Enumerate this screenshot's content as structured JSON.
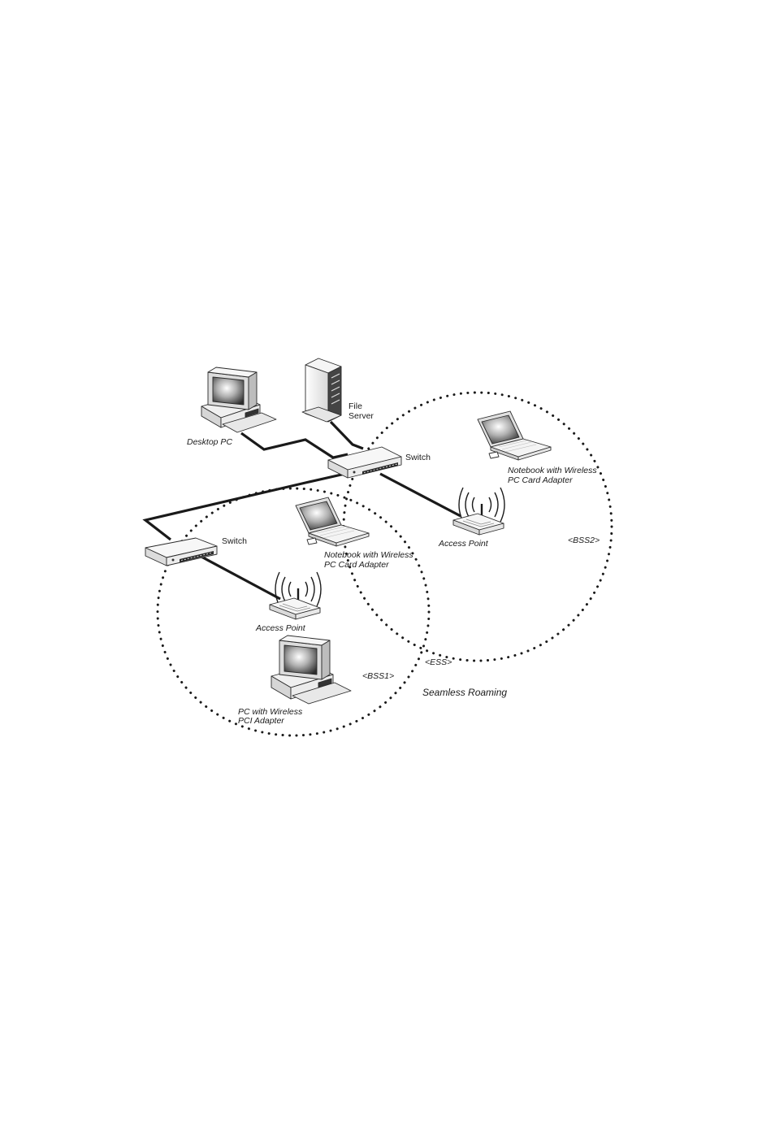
{
  "diagram": {
    "labels": {
      "desktop_pc": "Desktop PC",
      "file_server_line1": "File",
      "file_server_line2": "Server",
      "switch_top": "Switch",
      "switch_left": "Switch",
      "notebook_top_line1": "Notebook with Wireless",
      "notebook_top_line2": "PC Card Adapter",
      "notebook_mid_line1": "Notebook with Wireless",
      "notebook_mid_line2": "PC Card Adapter",
      "access_point_right": "Access Point",
      "access_point_left": "Access Point",
      "bss2": "<BSS2>",
      "bss1": "<BSS1>",
      "ess": "<ESS>",
      "seamless_roaming": "Seamless Roaming",
      "pc_wireless_line1": "PC with Wireless",
      "pc_wireless_line2": "PCI Adapter"
    },
    "icons": [
      "desktop-pc-icon",
      "file-server-icon",
      "switch-icon",
      "notebook-icon",
      "access-point-icon",
      "pc-icon"
    ],
    "colors": {
      "line": "#1a1a1a",
      "screen": "#6a6a6a",
      "device_fill": "#f2f2f2"
    }
  }
}
